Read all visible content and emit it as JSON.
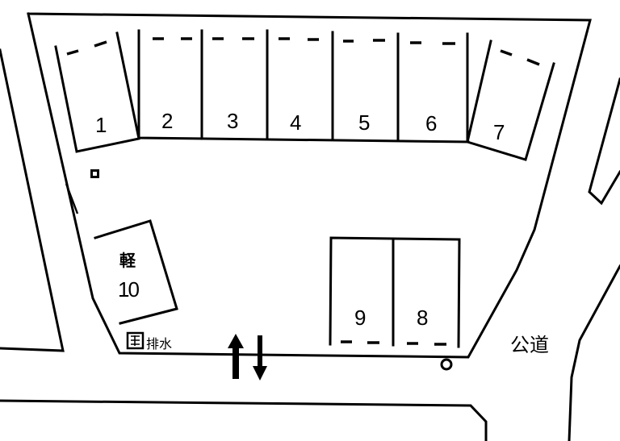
{
  "diagram": {
    "type": "parking-lot-layout",
    "spaces": [
      {
        "id": "1",
        "label": "1"
      },
      {
        "id": "2",
        "label": "2"
      },
      {
        "id": "3",
        "label": "3"
      },
      {
        "id": "4",
        "label": "4"
      },
      {
        "id": "5",
        "label": "5"
      },
      {
        "id": "6",
        "label": "6"
      },
      {
        "id": "7",
        "label": "7"
      },
      {
        "id": "8",
        "label": "8"
      },
      {
        "id": "9",
        "label": "9"
      },
      {
        "id": "10",
        "label": "10",
        "type_label": "軽"
      }
    ],
    "labels": {
      "drain": "排水",
      "public_road": "公道"
    },
    "icons": {
      "meter_box": "meter-box-icon",
      "drain_box": "drain-box-icon",
      "entrance_arrows": "two-way-arrows-icon",
      "manhole": "manhole-icon"
    },
    "colors": {
      "line": "#000000",
      "background": "#ffffff"
    }
  }
}
